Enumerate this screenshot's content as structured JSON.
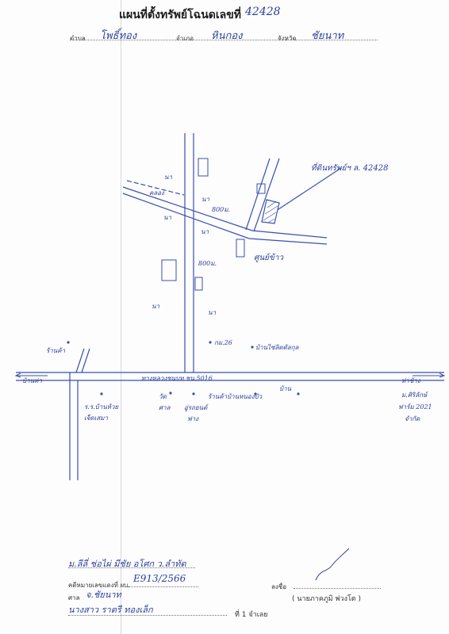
{
  "header": {
    "title": "แผนที่ตั้งทรัพย์โฉนดเลขที่",
    "deed_number": "42428",
    "subdistrict_label": "ตำบล",
    "subdistrict_value": "โพธิ์ทอง",
    "district_label": "อำเภอ",
    "district_value": "หินกอง",
    "province_label": "จังหวัด",
    "province_value": "ชัยนาท"
  },
  "map_labels": {
    "field_1": "นา",
    "field_2": "นา",
    "field_3": "นา",
    "field_4": "นา",
    "field_5": "นา",
    "field_6": "นา",
    "distance_800m_a": "800ม.",
    "distance_800m_b": "800ม.",
    "property_label": "ที่ดินทรัพย์ฯ ล. 42428",
    "rice_mill": "ศูนย์ข้าว",
    "canal": "คลอง",
    "house_pole": "บ้านไซ่ลิตตัลกุล",
    "km_marker": "กม.26",
    "highway": "ทางหลวงชนบท ชน.5016",
    "shop_left": "ร้านค้า",
    "to_left": "บ้านท่า",
    "to_right": "ท่าช้าง",
    "school": "ร.ร.บ้านห้วย",
    "school_2": "เจ็ดเสมา",
    "temple": "วัด",
    "temple_2": "ศาล",
    "clinic": "อู่รถยนต์",
    "clinic_2": "ฟาง",
    "shop_road": "ร้านค้าบ้านหนองบัว",
    "small_label": "บ้าน",
    "right_note_1": "ม.ศิริลักษ์",
    "right_note_2": "ฟาร์ม 2021",
    "right_note_3": "จำกัด"
  },
  "footer": {
    "surveyor_line": "ม.ลีลี่ ช่อไผ่ มีชัย อโศก ว.ลำทัด",
    "request_label": "คดีหมายเลขแดงที่ ผบ.",
    "request_value": "E913/2566",
    "court_label": "ศาล",
    "court_value": "จ.ชัยนาท",
    "writer_line": "นางสาว ราตรี ทองเล็ก",
    "sign_label": "ลงชื่อ",
    "signer_name": "( นายภาคภูมิ พ่วงโต )",
    "page_label": "ที่ 1 จำเลย"
  }
}
